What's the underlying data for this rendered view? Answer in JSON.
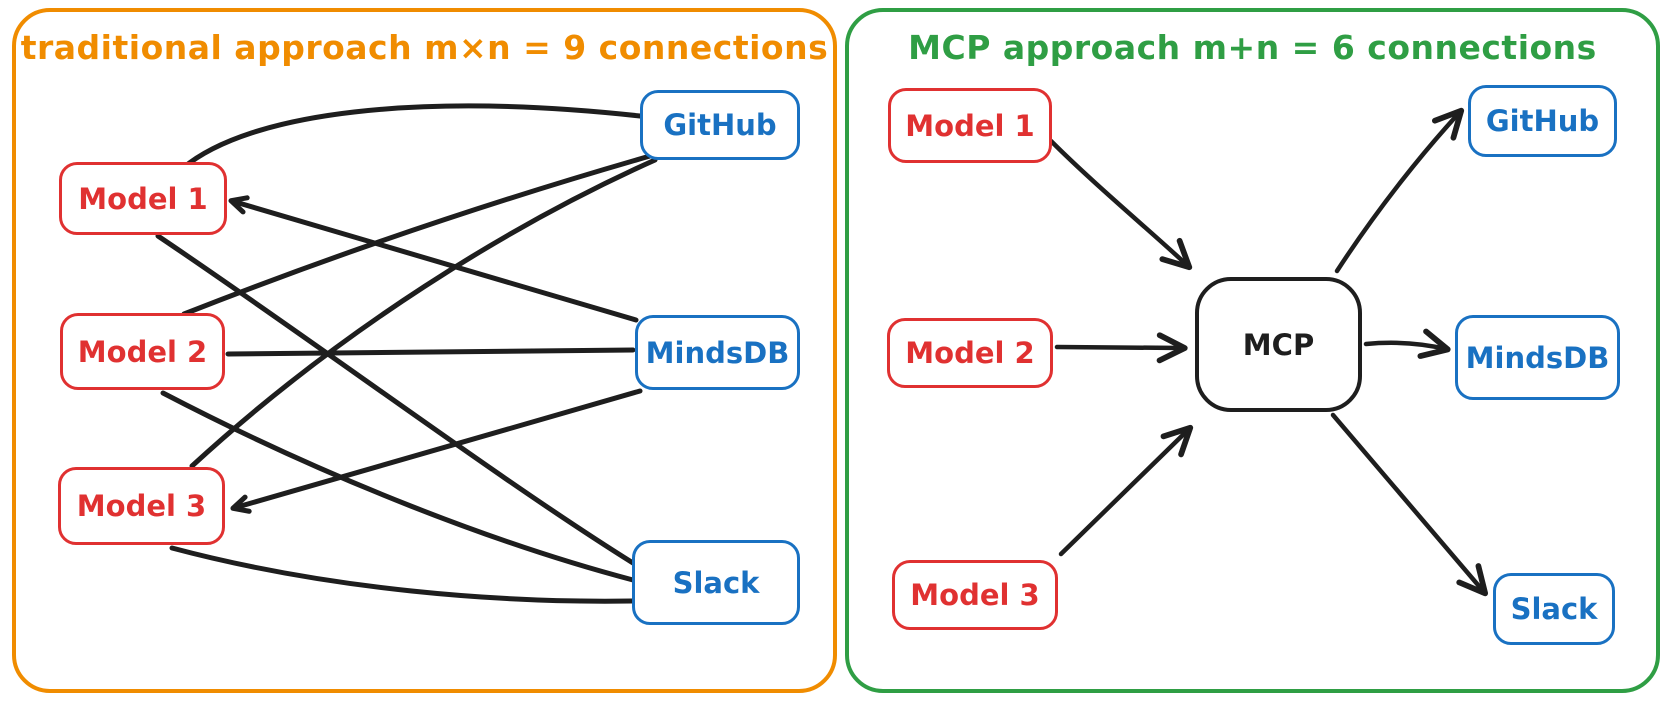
{
  "colors": {
    "panel_left_border": "#f08c00",
    "panel_right_border": "#2f9e44",
    "model_box": "#e03131",
    "service_box": "#1971c2",
    "hub_box": "#1e1e1e",
    "connection_line": "#1e1e1e"
  },
  "left_panel": {
    "title": "traditional approach m×n = 9 connections",
    "models": [
      {
        "label": "Model 1"
      },
      {
        "label": "Model 2"
      },
      {
        "label": "Model 3"
      }
    ],
    "services": [
      {
        "label": "GitHub"
      },
      {
        "label": "MindsDB"
      },
      {
        "label": "Slack"
      }
    ],
    "connections": [
      [
        "Model 1",
        "GitHub"
      ],
      [
        "Model 1",
        "MindsDB"
      ],
      [
        "Model 1",
        "Slack"
      ],
      [
        "Model 2",
        "GitHub"
      ],
      [
        "Model 2",
        "MindsDB"
      ],
      [
        "Model 2",
        "Slack"
      ],
      [
        "Model 3",
        "GitHub"
      ],
      [
        "Model 3",
        "MindsDB"
      ],
      [
        "Model 3",
        "Slack"
      ]
    ]
  },
  "right_panel": {
    "title": "MCP approach m+n = 6 connections",
    "models": [
      {
        "label": "Model 1"
      },
      {
        "label": "Model 2"
      },
      {
        "label": "Model 3"
      }
    ],
    "hub": {
      "label": "MCP"
    },
    "services": [
      {
        "label": "GitHub"
      },
      {
        "label": "MindsDB"
      },
      {
        "label": "Slack"
      }
    ],
    "connections": [
      [
        "Model 1",
        "MCP"
      ],
      [
        "Model 2",
        "MCP"
      ],
      [
        "Model 3",
        "MCP"
      ],
      [
        "MCP",
        "GitHub"
      ],
      [
        "MCP",
        "MindsDB"
      ],
      [
        "MCP",
        "Slack"
      ]
    ]
  }
}
